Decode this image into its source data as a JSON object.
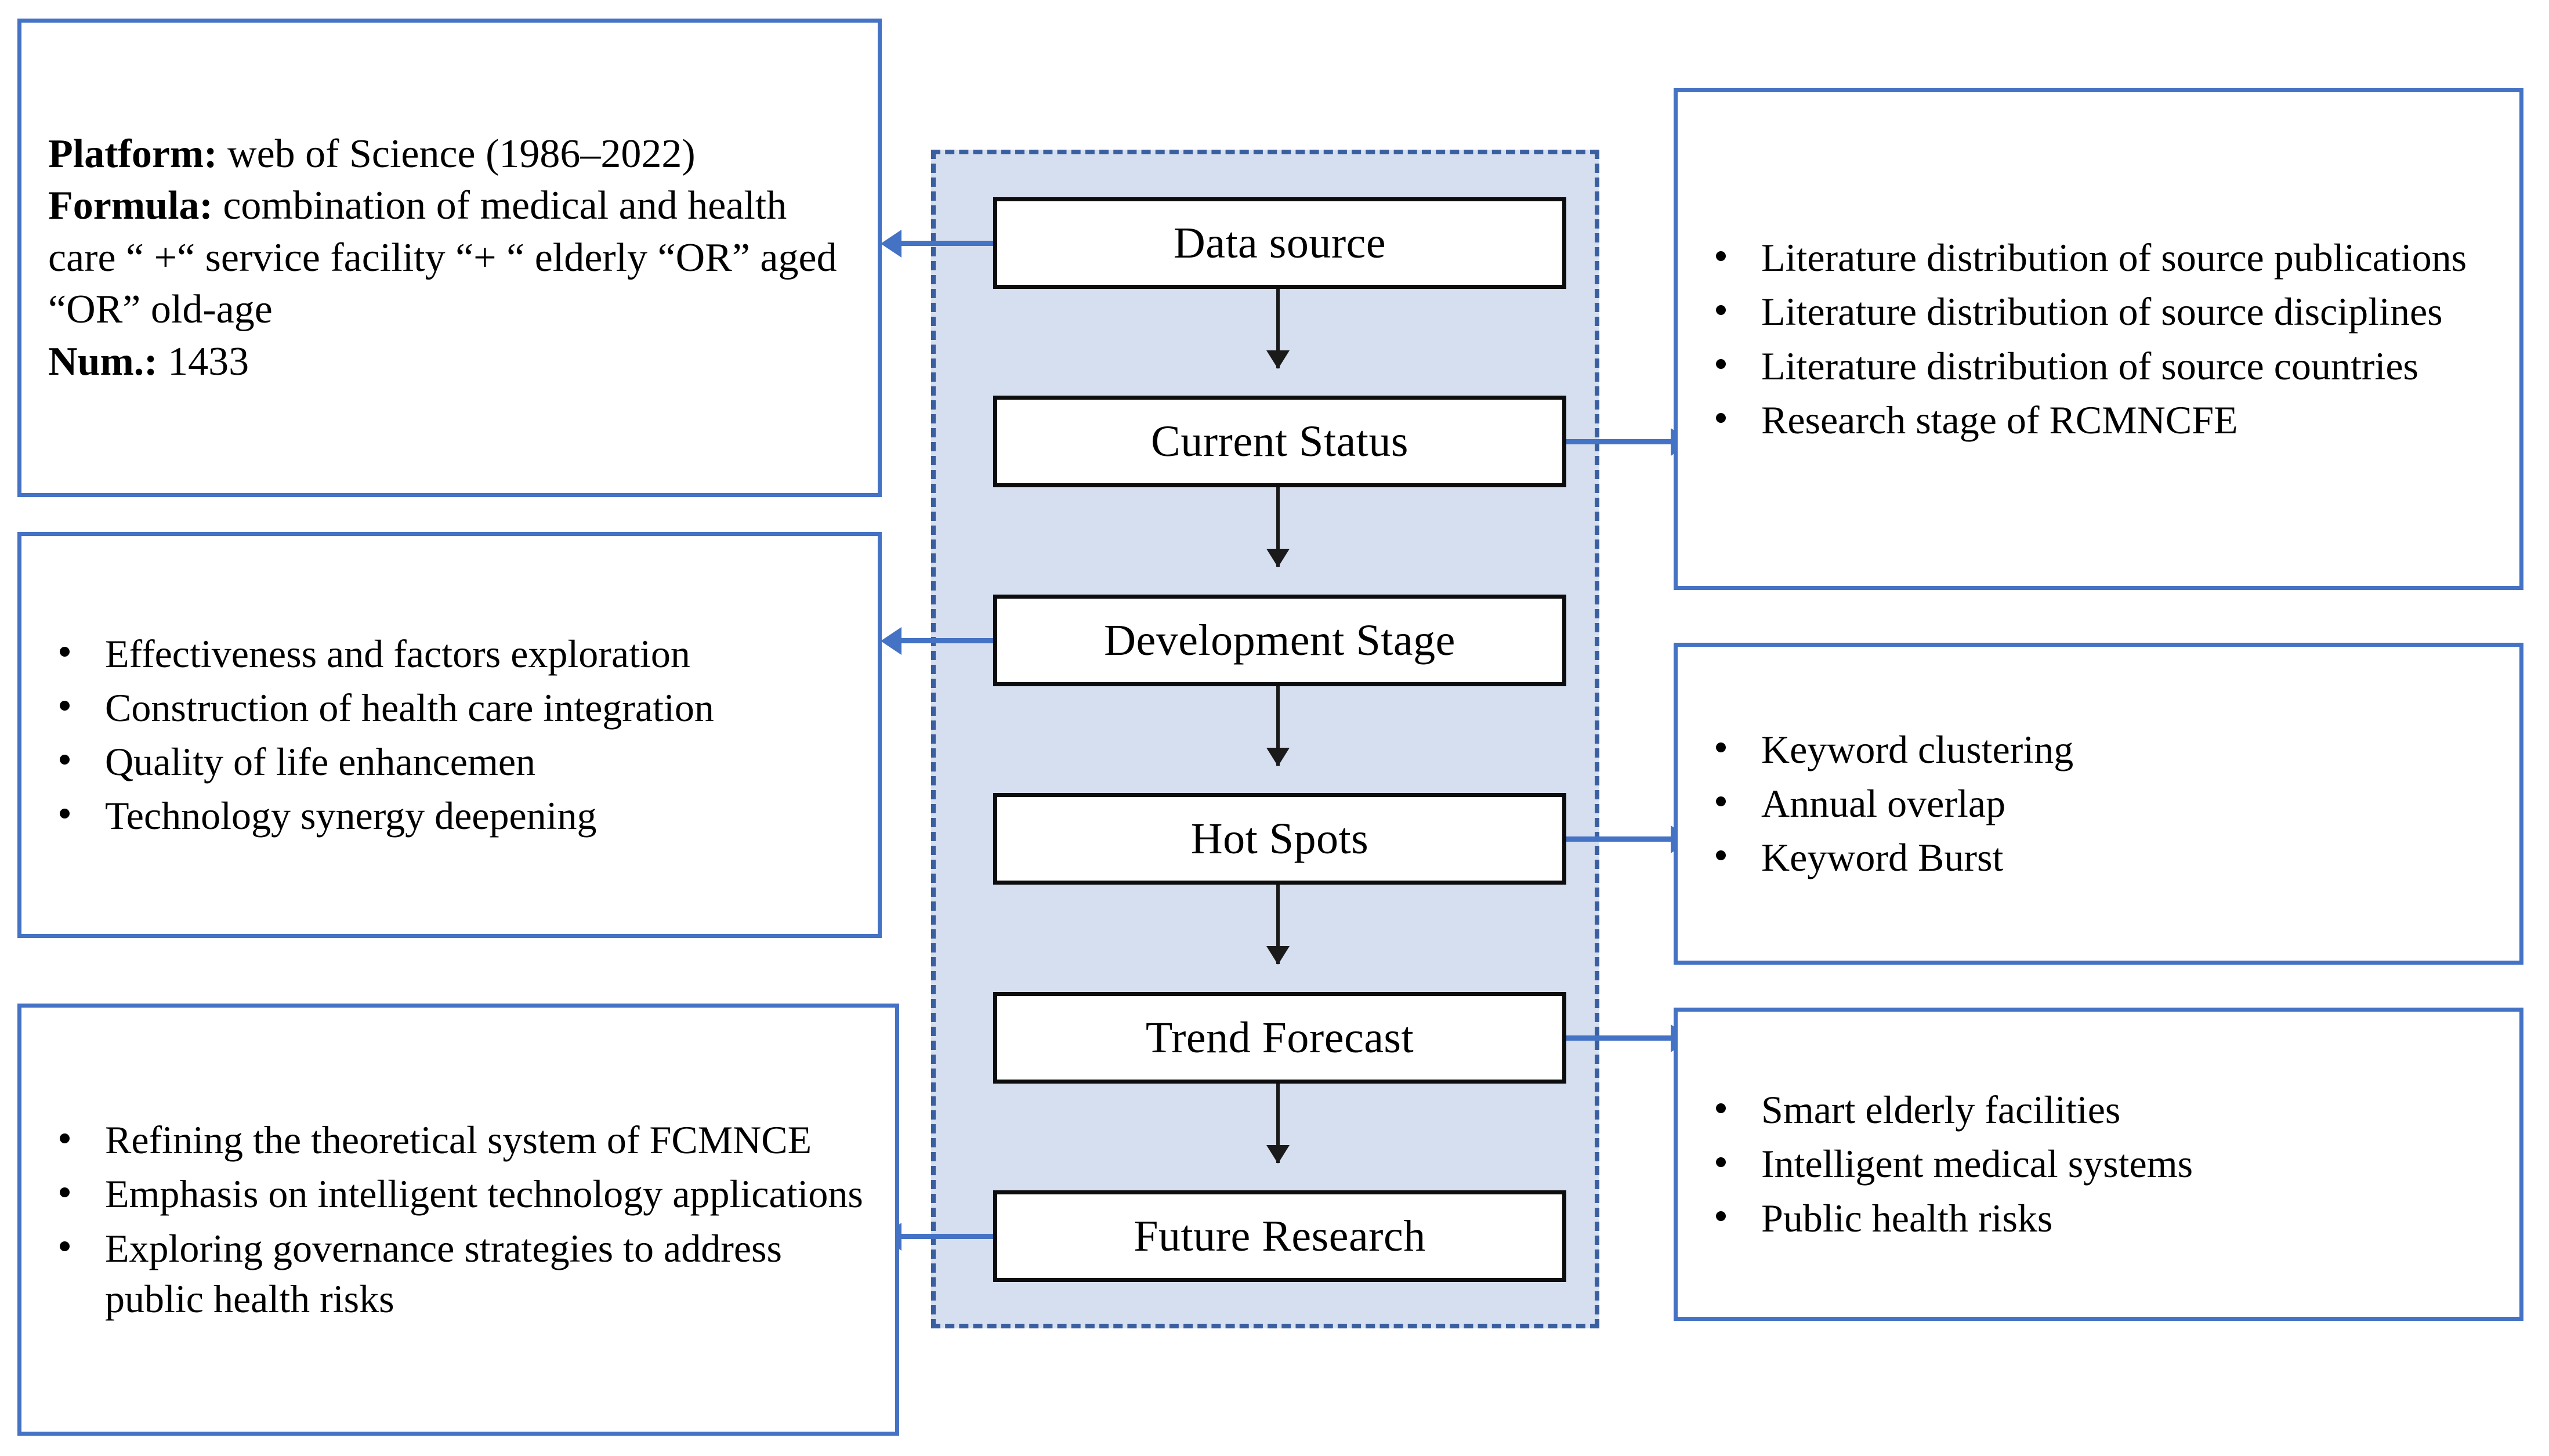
{
  "colors": {
    "panel_border": "#4472C4",
    "connector": "#4472C4",
    "dashed_border": "#3a5fa0",
    "container_fill": "#d6dff0",
    "node_border": "#0d0d0d",
    "node_fill": "#ffffff",
    "text": "#000000"
  },
  "flow": {
    "nodes": [
      {
        "label": "Data source"
      },
      {
        "label": "Current Status"
      },
      {
        "label": "Development Stage"
      },
      {
        "label": "Hot Spots"
      },
      {
        "label": "Trend Forecast"
      },
      {
        "label": "Future Research"
      }
    ]
  },
  "left_panels": [
    {
      "id": "data-source-details",
      "lines": [
        {
          "label": "Platform:",
          "value": " web of Science (1986–2022)"
        },
        {
          "label": "Formula:",
          "value": " combination of medical and health care  “ +“ service facility “+ “  elderly “OR” aged “OR” old-age"
        },
        {
          "label": "Num.:",
          "value": " 1433"
        }
      ]
    },
    {
      "id": "development-stage-details",
      "bullets": [
        "Effectiveness and factors exploration",
        "Construction of health care integration",
        "Quality of life enhancemen",
        "Technology synergy deepening"
      ]
    },
    {
      "id": "future-research-details",
      "bullets": [
        "Refining the theoretical system of FCMNCE",
        "Emphasis on intelligent technology applications",
        "Exploring governance strategies to address public health risks"
      ]
    }
  ],
  "right_panels": [
    {
      "id": "current-status-details",
      "bullets": [
        "Literature distribution of source publications",
        "Literature distribution of source disciplines",
        "Literature distribution of source countries",
        "Research stage of RCMNCFE"
      ]
    },
    {
      "id": "hot-spots-details",
      "bullets": [
        "Keyword clustering",
        "Annual overlap",
        "Keyword Burst"
      ]
    },
    {
      "id": "trend-forecast-details",
      "bullets": [
        "Smart elderly facilities",
        "Intelligent medical systems",
        "Public health risks"
      ]
    }
  ]
}
